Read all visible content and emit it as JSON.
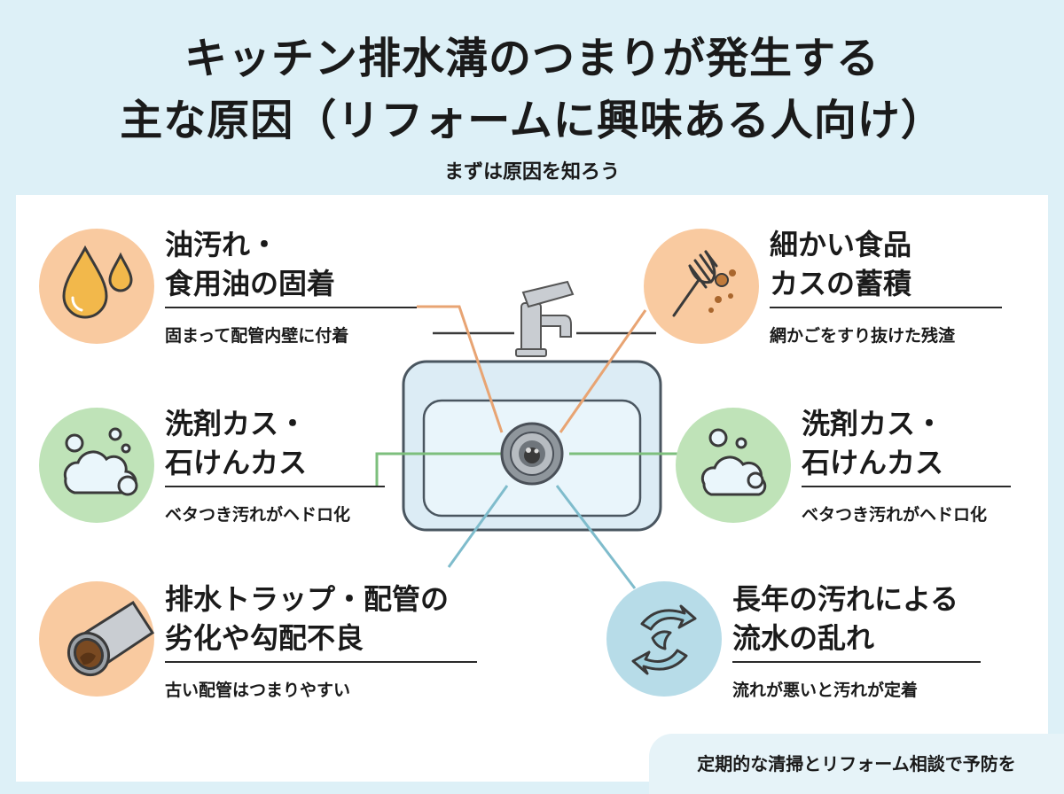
{
  "title": {
    "line1": "キッチン排水溝のつまりが発生する",
    "line2": "主な原因（リフォームに興味ある人向け）",
    "subtitle": "まずは原因を知ろう"
  },
  "causes": [
    {
      "heading1": "油汚れ・",
      "heading2": "食用油の固着",
      "desc": "固まって配管内壁に付着",
      "icon": "oil-drops-icon",
      "color": "#f9caa0"
    },
    {
      "heading1": "細かい食品",
      "heading2": "カスの蓄積",
      "desc": "網かごをすり抜けた残渣",
      "icon": "fork-food-icon",
      "color": "#f9caa0"
    },
    {
      "heading1": "洗剤カス・",
      "heading2": "石けんカス",
      "desc": "ベタつき汚れがヘドロ化",
      "icon": "soap-bubbles-icon",
      "color": "#bfe3b8"
    },
    {
      "heading1": "洗剤カス・",
      "heading2": "石けんカス",
      "desc": "ベタつき汚れがヘドロ化",
      "icon": "soap-bubbles-icon",
      "color": "#bfe3b8"
    },
    {
      "heading1": "排水トラップ・配管の",
      "heading2": "劣化や勾配不良",
      "desc": "古い配管はつまりやすい",
      "icon": "pipe-icon",
      "color": "#f9caa0"
    },
    {
      "heading1": "長年の汚れによる",
      "heading2": "流水の乱れ",
      "desc": "流れが悪いと汚れが定着",
      "icon": "swirl-arrows-icon",
      "color": "#b7dce8"
    }
  ],
  "footer": "定期的な清掃とリフォーム相談で予防を",
  "colors": {
    "background": "#ddf0f7",
    "orange_line": "#e8a473",
    "green_line": "#7dbf7d",
    "blue_line": "#7fbccc",
    "sink": "#dff0f8"
  }
}
